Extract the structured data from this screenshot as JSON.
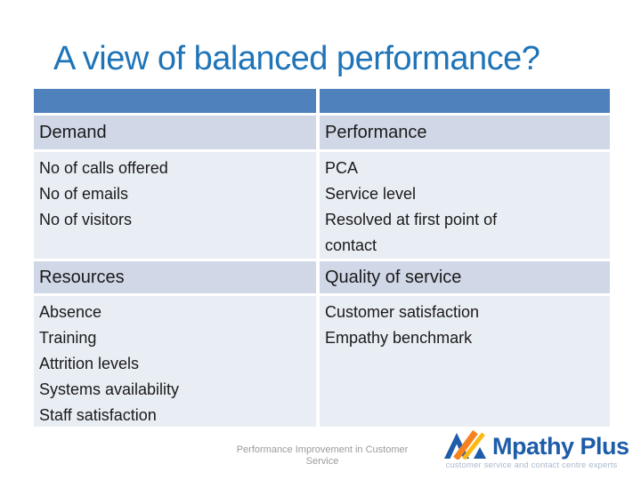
{
  "title": "A view of balanced performance?",
  "table": {
    "header_cells": [
      "",
      ""
    ],
    "rows": [
      {
        "kind": "subheader",
        "left": "Demand",
        "right": "Performance"
      },
      {
        "kind": "items",
        "left": [
          "No of calls offered",
          "No of emails",
          "No of visitors"
        ],
        "right": [
          "PCA",
          "Service level",
          "Resolved at first point of contact"
        ]
      },
      {
        "kind": "subheader",
        "left": "Resources",
        "right": "Quality of service"
      },
      {
        "kind": "items",
        "left": [
          "Absence",
          "Training",
          "Attrition levels",
          "Systems availability",
          "Staff satisfaction"
        ],
        "right": [
          "Customer satisfaction",
          "Empathy benchmark"
        ]
      }
    ]
  },
  "footer": {
    "line1": "Performance Improvement in Customer",
    "line2": "Service"
  },
  "logo": {
    "name": "Mpathy Plus",
    "tagline": "customer service and contact centre experts"
  },
  "colors": {
    "title_blue": "#1f74b8",
    "table_header_blue": "#4f81bd",
    "subheader_row_bg": "#d0d7e7",
    "body_row_bg": "#e9edf4",
    "cell_text": "#1a1a1a",
    "footer_gray": "#9b9b9b",
    "logo_blue": "#1d5ca8",
    "logo_orange": "#f5821f",
    "logo_yellow": "#fdb913",
    "logo_tagline_gray": "#a9bacd"
  }
}
